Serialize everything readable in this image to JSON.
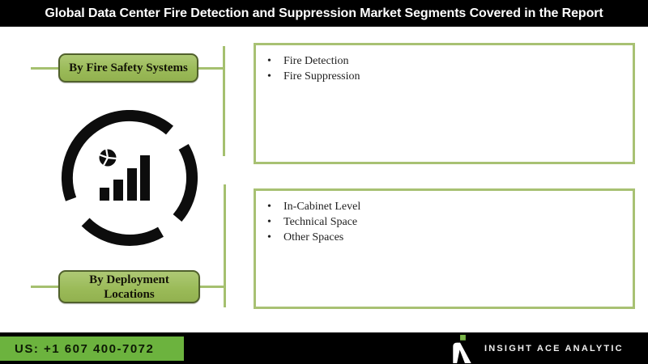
{
  "header": {
    "title": "Global Data Center Fire Detection and Suppression Market Segments Covered in the Report"
  },
  "segments": [
    {
      "label": "By Fire Safety Systems",
      "items": [
        "Fire Detection",
        "Fire Suppression"
      ]
    },
    {
      "label": "By Deployment Locations",
      "items": [
        "In-Cabinet Level",
        "Technical Space",
        "Other Spaces"
      ]
    }
  ],
  "icon": {
    "name": "market-analytics-chart-icon"
  },
  "footer": {
    "phone": "US: +1 607 400-7072",
    "brand": "INSIGHT ACE ANALYTIC"
  },
  "colors": {
    "header_bg": "#000000",
    "footer_bg": "#000000",
    "accent_olive": "#a5c06f",
    "button_green": "#9bbb59",
    "button_border": "#50602c",
    "footer_green": "#6cb33e",
    "logo_dot_green": "#7ab648",
    "icon_black": "#0d0d0d"
  }
}
